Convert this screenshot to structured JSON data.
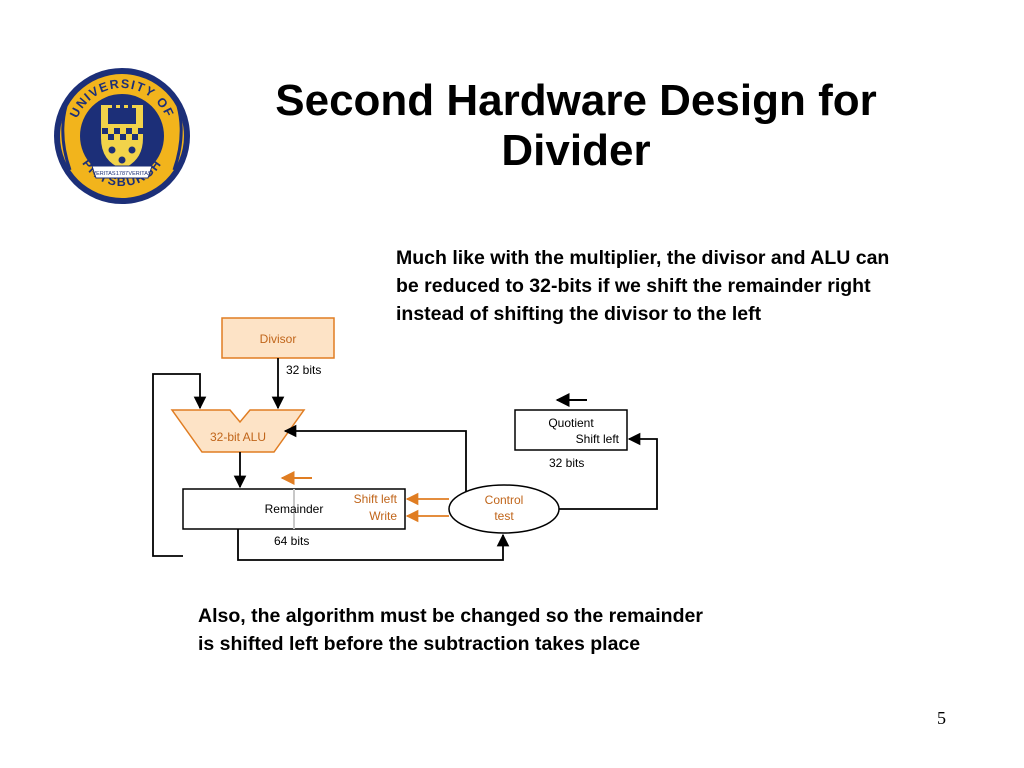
{
  "slide": {
    "title": "Second Hardware Design for Divider",
    "note_top": "Much like with the multiplier, the divisor and ALU can be reduced to 32-bits if we shift the remainder right instead of shifting the divisor to the left",
    "note_bottom": "Also, the algorithm must be changed so the remainder is shifted left before the subtraction takes place",
    "page_number": "5"
  },
  "logo": {
    "top_text": "UNIVERSITY OF",
    "bottom_text": "PITTSBURGH",
    "banner_left": "VERITAS",
    "banner_year": "1787",
    "banner_right": "VERITAS"
  },
  "diagram": {
    "divisor_label": "Divisor",
    "divisor_width": "32 bits",
    "alu_label": "32-bit ALU",
    "remainder_label": "Remainder",
    "remainder_shift": "Shift left",
    "remainder_write": "Write",
    "remainder_width": "64 bits",
    "quotient_label": "Quotient",
    "quotient_shift": "Shift left",
    "quotient_width": "32 bits",
    "control_line1": "Control",
    "control_line2": "test"
  },
  "colors": {
    "accent_orange": "#e07d22",
    "box_fill": "#fde3c6",
    "logo_navy": "#1c2f78",
    "logo_gold": "#f2b41c"
  }
}
